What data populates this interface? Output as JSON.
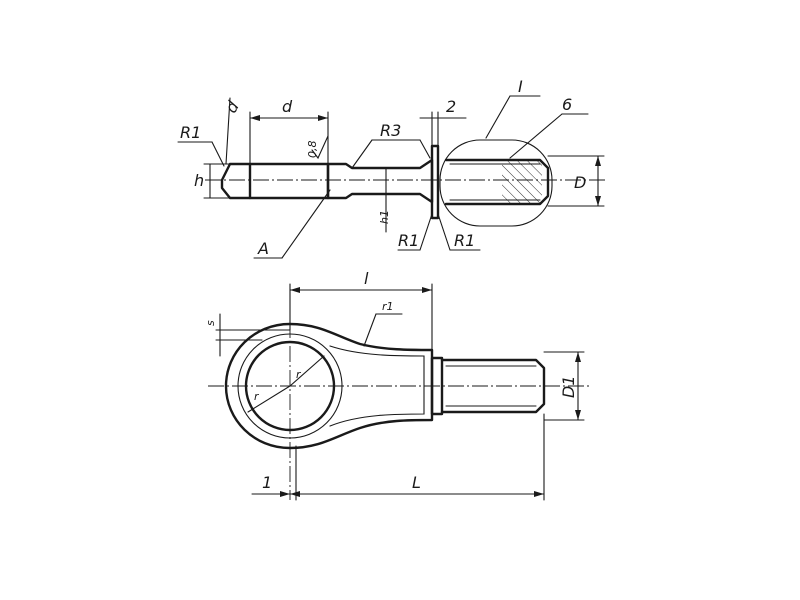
{
  "labels": {
    "top_d_diag": "d",
    "top_r1_left": "R1",
    "top_d": "d",
    "roughness": "0,8",
    "top_r3": "R3",
    "top_2": "2",
    "detail_I": "I",
    "detail_6": "6",
    "top_D": "D",
    "top_h": "h",
    "top_h1": "h1",
    "section_A": "A",
    "bottom_r1_a": "R1",
    "bottom_r1_b": "R1",
    "bot_l": "l",
    "bot_r1": "r1",
    "bot_s": "s",
    "bot_r_a": "r",
    "bot_r_b": "r",
    "bot_D1": "D1",
    "bot_1": "1",
    "bot_L": "L"
  }
}
